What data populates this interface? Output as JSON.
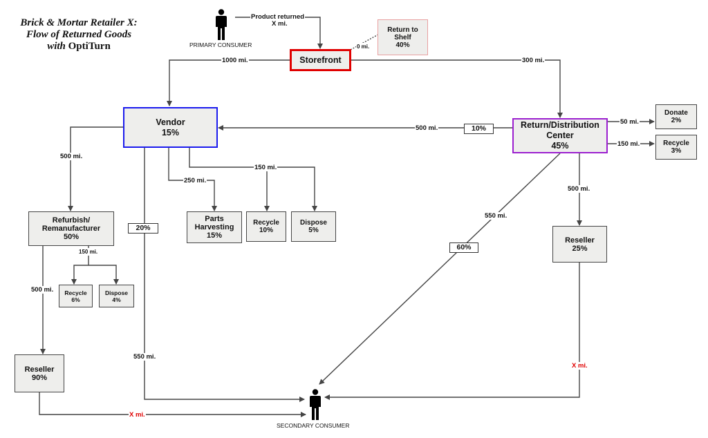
{
  "title": {
    "line1": "Brick & Mortar Retailer X:",
    "line2": "Flow of Returned Goods",
    "line3_prefix": "with",
    "line3_brand": "OptiTurn"
  },
  "people": {
    "primary_label": "PRIMARY CONSUMER",
    "secondary_label": "SECONDARY CONSUMER"
  },
  "nodes": {
    "storefront": {
      "label": "Storefront",
      "border_color": "#e00000"
    },
    "return_to_shelf": {
      "line1": "Return to",
      "line2": "Shelf",
      "pct": "40%",
      "border_color": "#e8a0a0"
    },
    "vendor": {
      "label": "Vendor",
      "pct": "15%",
      "border_color": "#1a1aee"
    },
    "rdc": {
      "line1": "Return/Distribution",
      "line2": "Center",
      "pct": "45%",
      "border_color": "#9b1fcf"
    },
    "donate": {
      "label": "Donate",
      "pct": "2%"
    },
    "recycle_rdc": {
      "label": "Recycle",
      "pct": "3%"
    },
    "refurbish": {
      "line1": "Refurbish/",
      "line2": "Remanufacturer",
      "pct": "50%"
    },
    "parts": {
      "line1": "Parts",
      "line2": "Harvesting",
      "pct": "15%"
    },
    "recycle_vendor": {
      "label": "Recycle",
      "pct": "10%"
    },
    "dispose_vendor": {
      "label": "Dispose",
      "pct": "5%"
    },
    "recycle_refurb": {
      "label": "Recycle",
      "pct": "6%"
    },
    "dispose_refurb": {
      "label": "Dispose",
      "pct": "4%"
    },
    "reseller_left": {
      "label": "Reseller",
      "pct": "90%"
    },
    "reseller_right": {
      "label": "Reseller",
      "pct": "25%"
    }
  },
  "edge_labels": {
    "product_returned_1": "Product returned",
    "product_returned_2": "X mi.",
    "zero_mi": "0 mi.",
    "storefront_to_vendor": "1000 mi.",
    "storefront_to_rdc": "300 mi.",
    "rdc_to_vendor": "500 mi.",
    "rdc_to_donate": "50 mi.",
    "rdc_to_recycle": "150 mi.",
    "vendor_to_refurb": "500 mi.",
    "vendor_to_parts": "250 mi.",
    "vendor_to_recycle_dispose": "150 mi.",
    "refurb_to_recycle_dispose": "150 mi.",
    "refurb_to_reseller": "500 mi.",
    "vendor_to_secondary": "550 mi.",
    "rdc_to_secondary": "550 mi.",
    "rdc_to_reseller": "500 mi.",
    "reseller_left_to_secondary": "X mi.",
    "reseller_right_to_secondary": "X mi."
  },
  "percent_boxes": {
    "rdc_to_vendor": "10%",
    "vendor_to_secondary": "20%",
    "rdc_to_secondary": "60%"
  },
  "colors": {
    "line": "#444444",
    "accent_red": "#e00000"
  }
}
